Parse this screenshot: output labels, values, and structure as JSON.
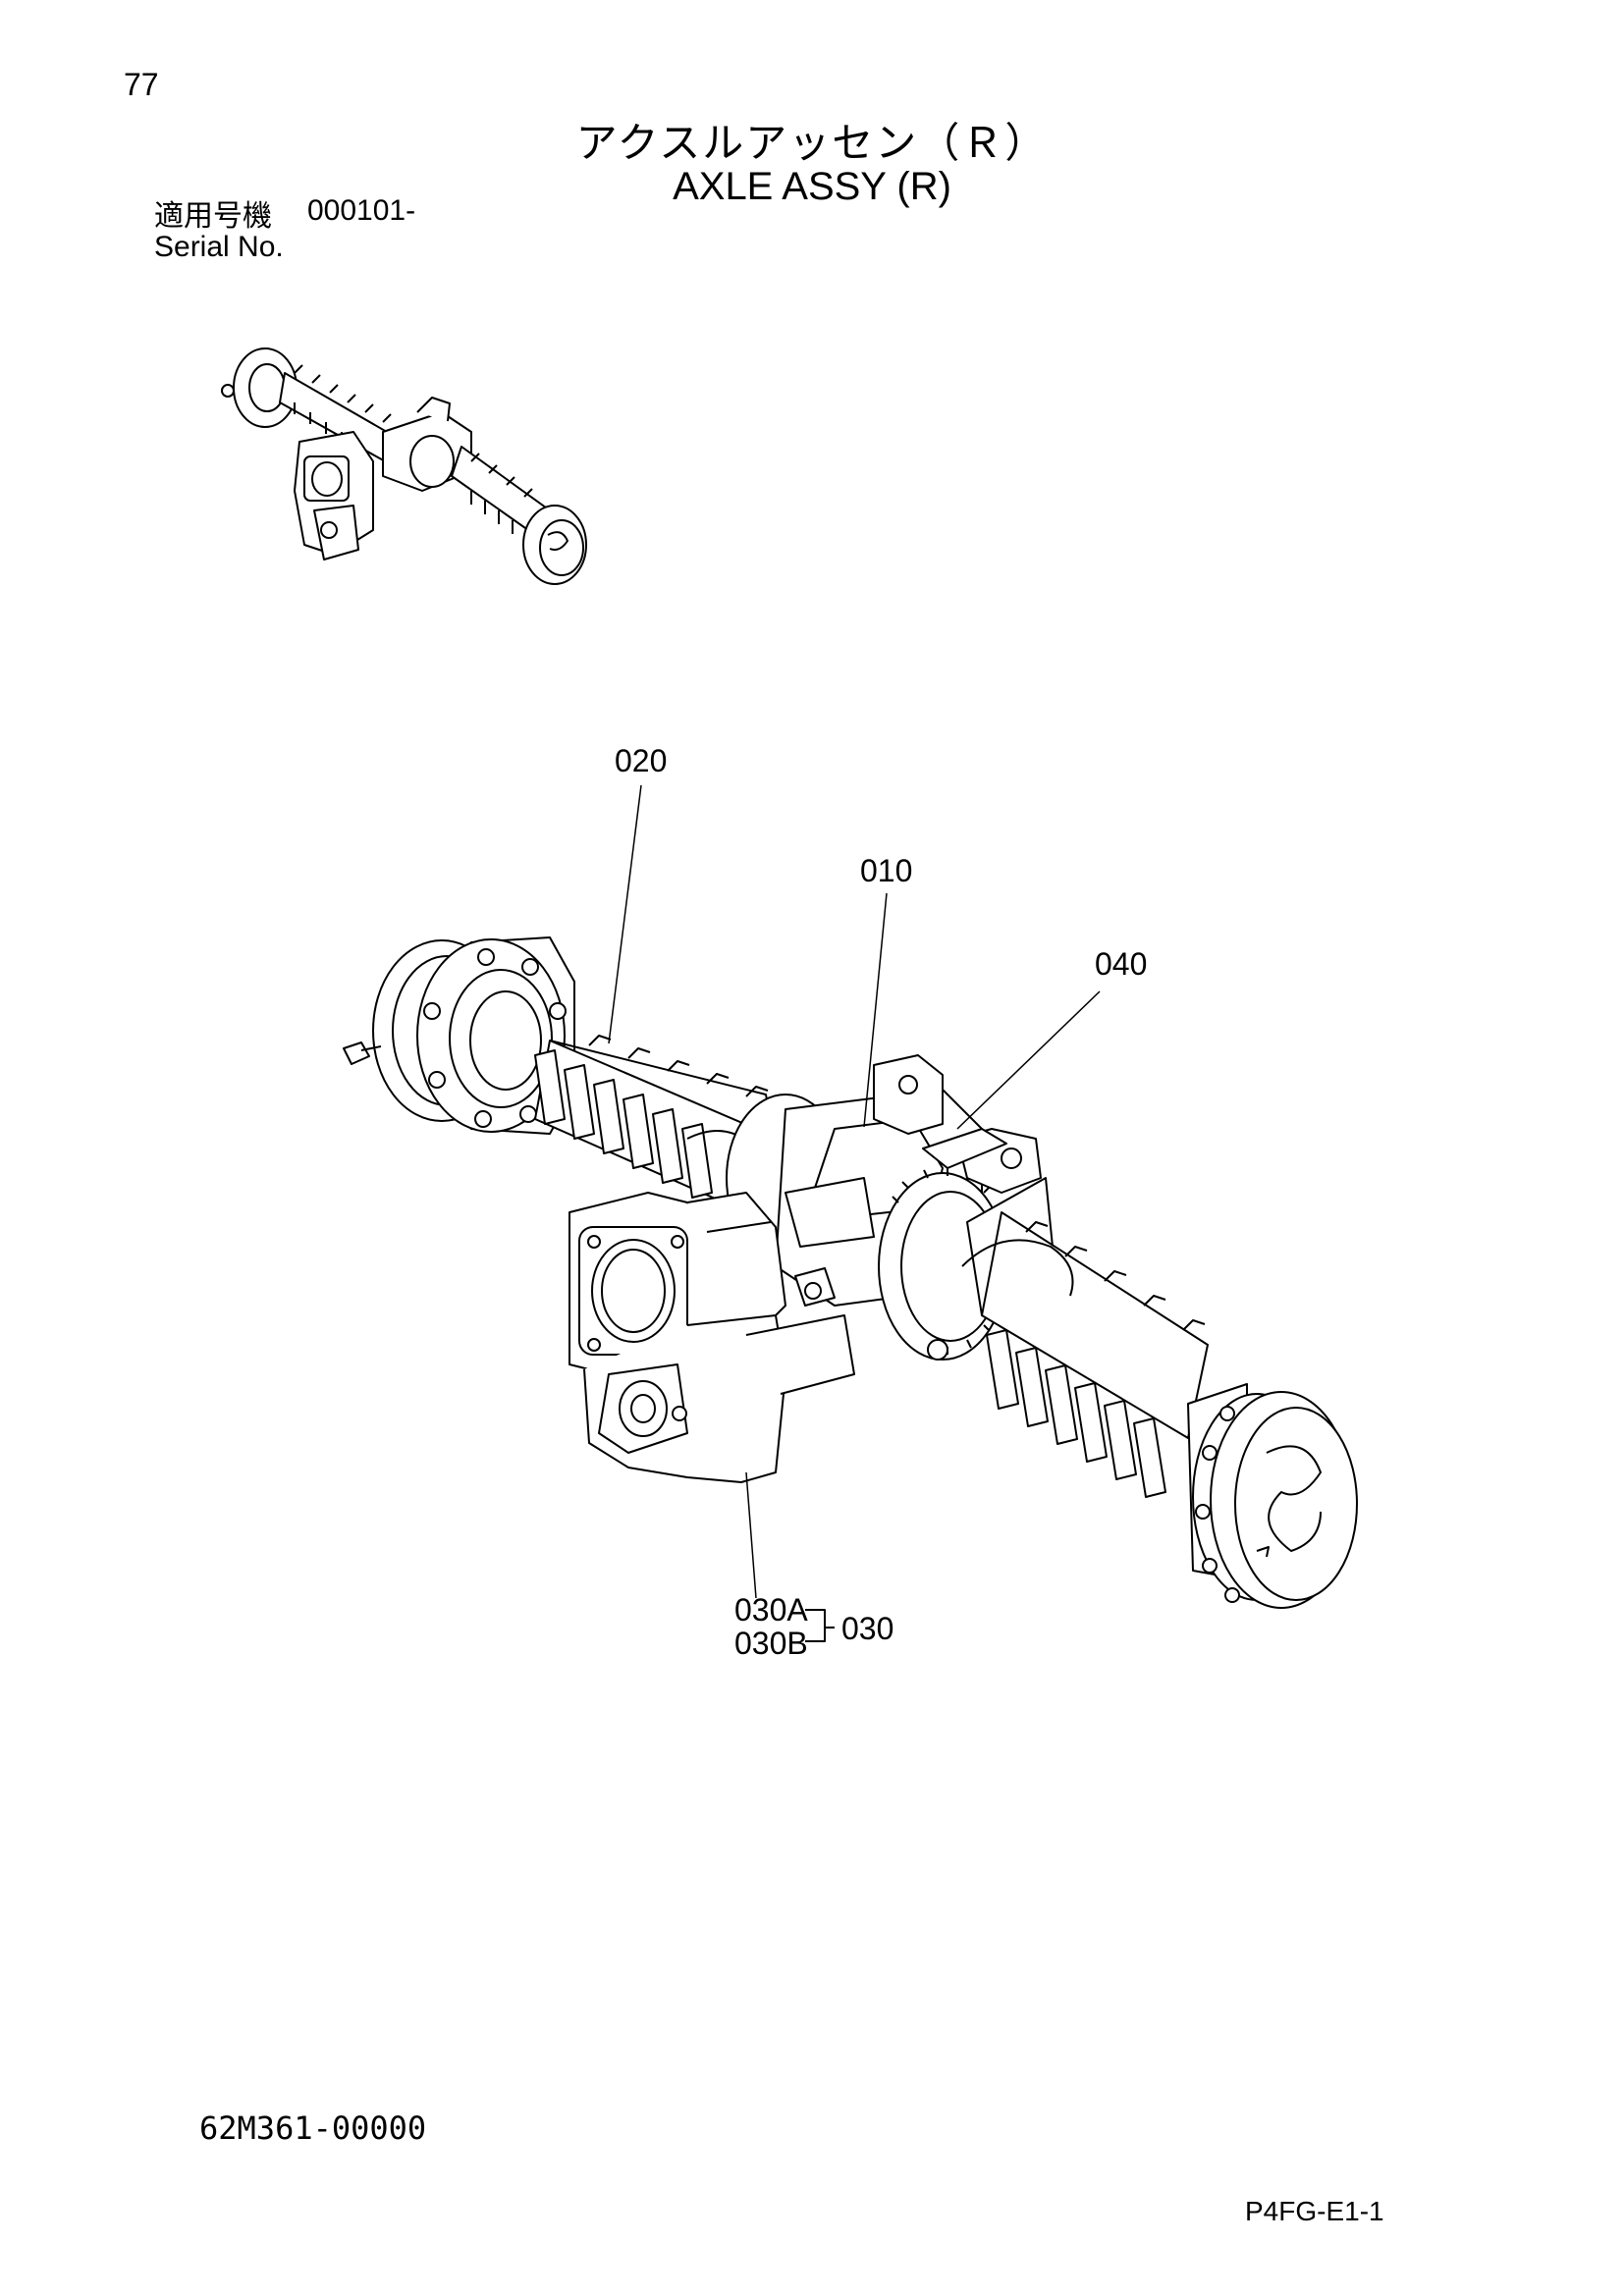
{
  "page": {
    "number": "77",
    "title_jp": "アクスルアッセン（Ｒ）",
    "title_en": "AXLE ASSY (R)",
    "serial_label_jp": "適用号機",
    "serial_value": "000101-",
    "serial_label_en": "Serial No.",
    "drawing_number": "62M361-00000",
    "page_code": "P4FG-E1-1"
  },
  "callouts": {
    "c020": "020",
    "c010": "010",
    "c040": "040",
    "c030A": "030A",
    "c030B": "030B",
    "c030": "030"
  }
}
